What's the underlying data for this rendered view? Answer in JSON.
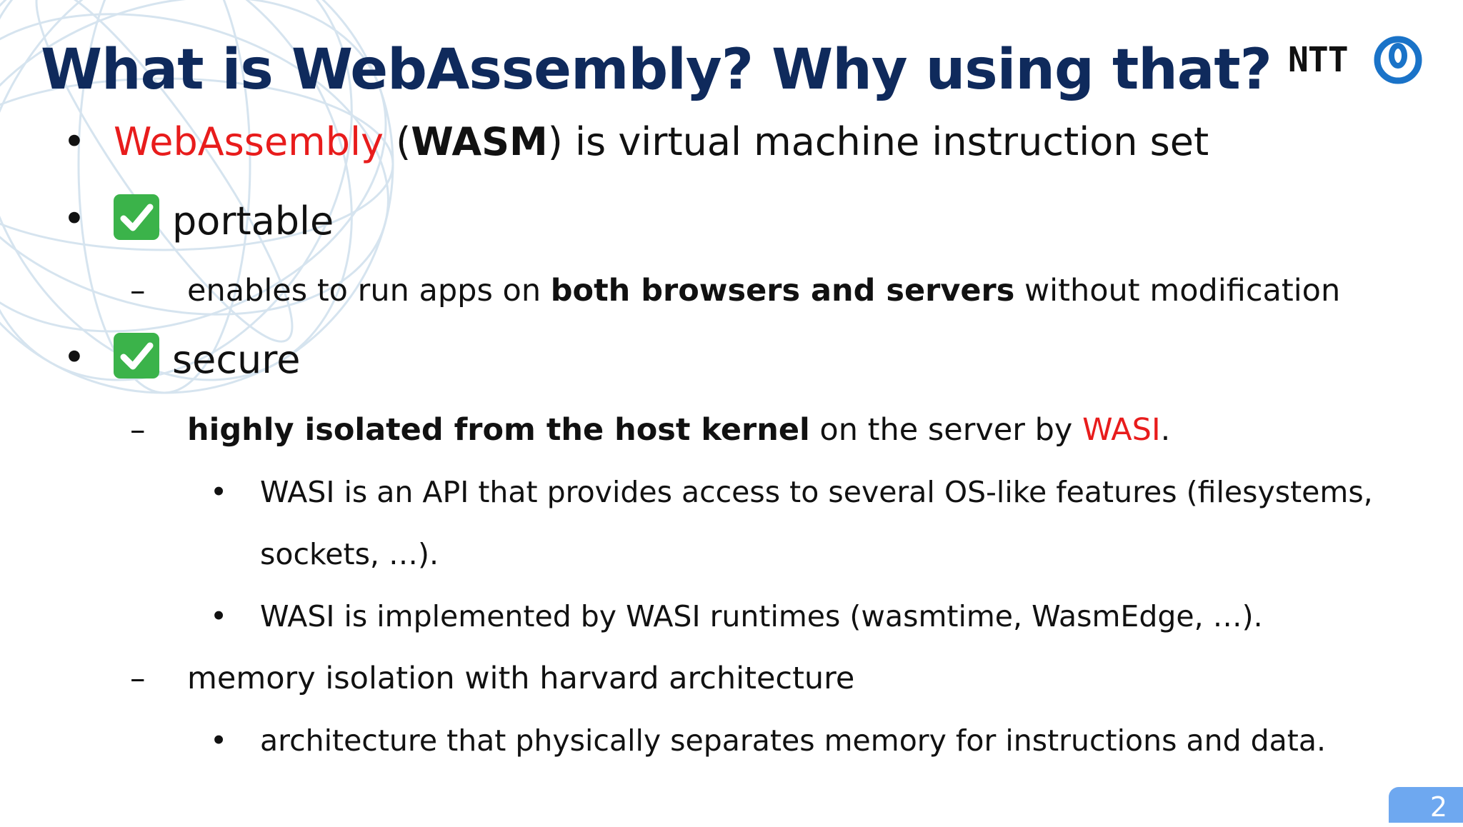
{
  "slide": {
    "title": "What is WebAssembly? Why using that?",
    "page_number": "2"
  },
  "logo": {
    "text": "NTT"
  },
  "bullets": {
    "b1": {
      "marker": "•",
      "term": "WebAssembly",
      "open_paren": " (",
      "abbr": "WASM",
      "rest": ") is virtual machine instruction set"
    },
    "b2": {
      "marker": "•",
      "check_icon": "check-mark-button-icon",
      "label": "portable"
    },
    "b2_1": {
      "marker": "–",
      "before": "enables to run apps on ",
      "bold": "both browsers and servers",
      "after": " without modification"
    },
    "b3": {
      "marker": "•",
      "check_icon": "check-mark-button-icon",
      "label": "secure"
    },
    "b3_1": {
      "marker": "–",
      "bold": "highly isolated from the host kernel",
      "middle": " on the server by ",
      "wasi": "WASI",
      "after": "."
    },
    "b3_1_1": {
      "marker": "•",
      "line1": "WASI is an API that provides access to several OS-like features (filesystems,",
      "line2": "sockets, …)."
    },
    "b3_1_2": {
      "marker": "•",
      "text": "WASI is implemented by WASI runtimes (wasmtime, WasmEdge, …)."
    },
    "b3_2": {
      "marker": "–",
      "text": "memory isolation with harvard architecture"
    },
    "b3_2_1": {
      "marker": "•",
      "text": "architecture that physically separates memory for instructions and data."
    }
  },
  "colors": {
    "title": "#0f2a5c",
    "accent_red": "#e81c1c",
    "logo_blue": "#1a73c8",
    "page_badge": "#6ea8f0",
    "check_green": "#3bb34a"
  }
}
